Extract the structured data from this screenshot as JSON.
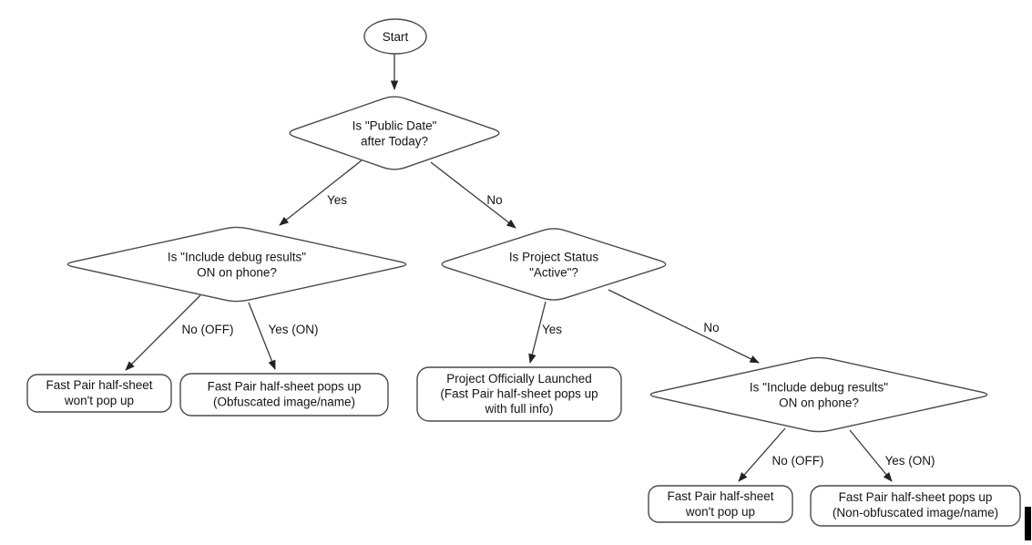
{
  "nodes": {
    "start": {
      "label": "Start"
    },
    "decision_public_date": {
      "line1": "Is \"Public Date\"",
      "line2": "after Today?"
    },
    "decision_debug_left": {
      "line1": "Is \"Include debug results\"",
      "line2": "ON on phone?"
    },
    "decision_project_status": {
      "line1": "Is Project Status",
      "line2": "\"Active\"?"
    },
    "decision_debug_right": {
      "line1": "Is \"Include debug results\"",
      "line2": "ON on phone?"
    },
    "outcome_no_popup_left": {
      "line1": "Fast Pair half-sheet",
      "line2": "won't pop up"
    },
    "outcome_obfuscated": {
      "line1": "Fast Pair half-sheet pops up",
      "line2": "(Obfuscated image/name)"
    },
    "outcome_launched": {
      "line1": "Project Officially Launched",
      "line2": "(Fast Pair half-sheet pops up",
      "line3": "with full info)"
    },
    "outcome_no_popup_right": {
      "line1": "Fast Pair half-sheet",
      "line2": "won't pop up"
    },
    "outcome_non_obfuscated": {
      "line1": "Fast Pair half-sheet pops up",
      "line2": "(Non-obfuscated image/name)"
    }
  },
  "edges": {
    "public_date_yes": "Yes",
    "public_date_no": "No",
    "debug_left_no": "No (OFF)",
    "debug_left_yes": "Yes (ON)",
    "project_status_yes": "Yes",
    "project_status_no": "No",
    "debug_right_no": "No (OFF)",
    "debug_right_yes": "Yes (ON)"
  },
  "colors": {
    "background": "#ffffff",
    "shape_stroke": "#4a4a4a",
    "edge_stroke": "#3a3a3a",
    "text": "#141414"
  }
}
